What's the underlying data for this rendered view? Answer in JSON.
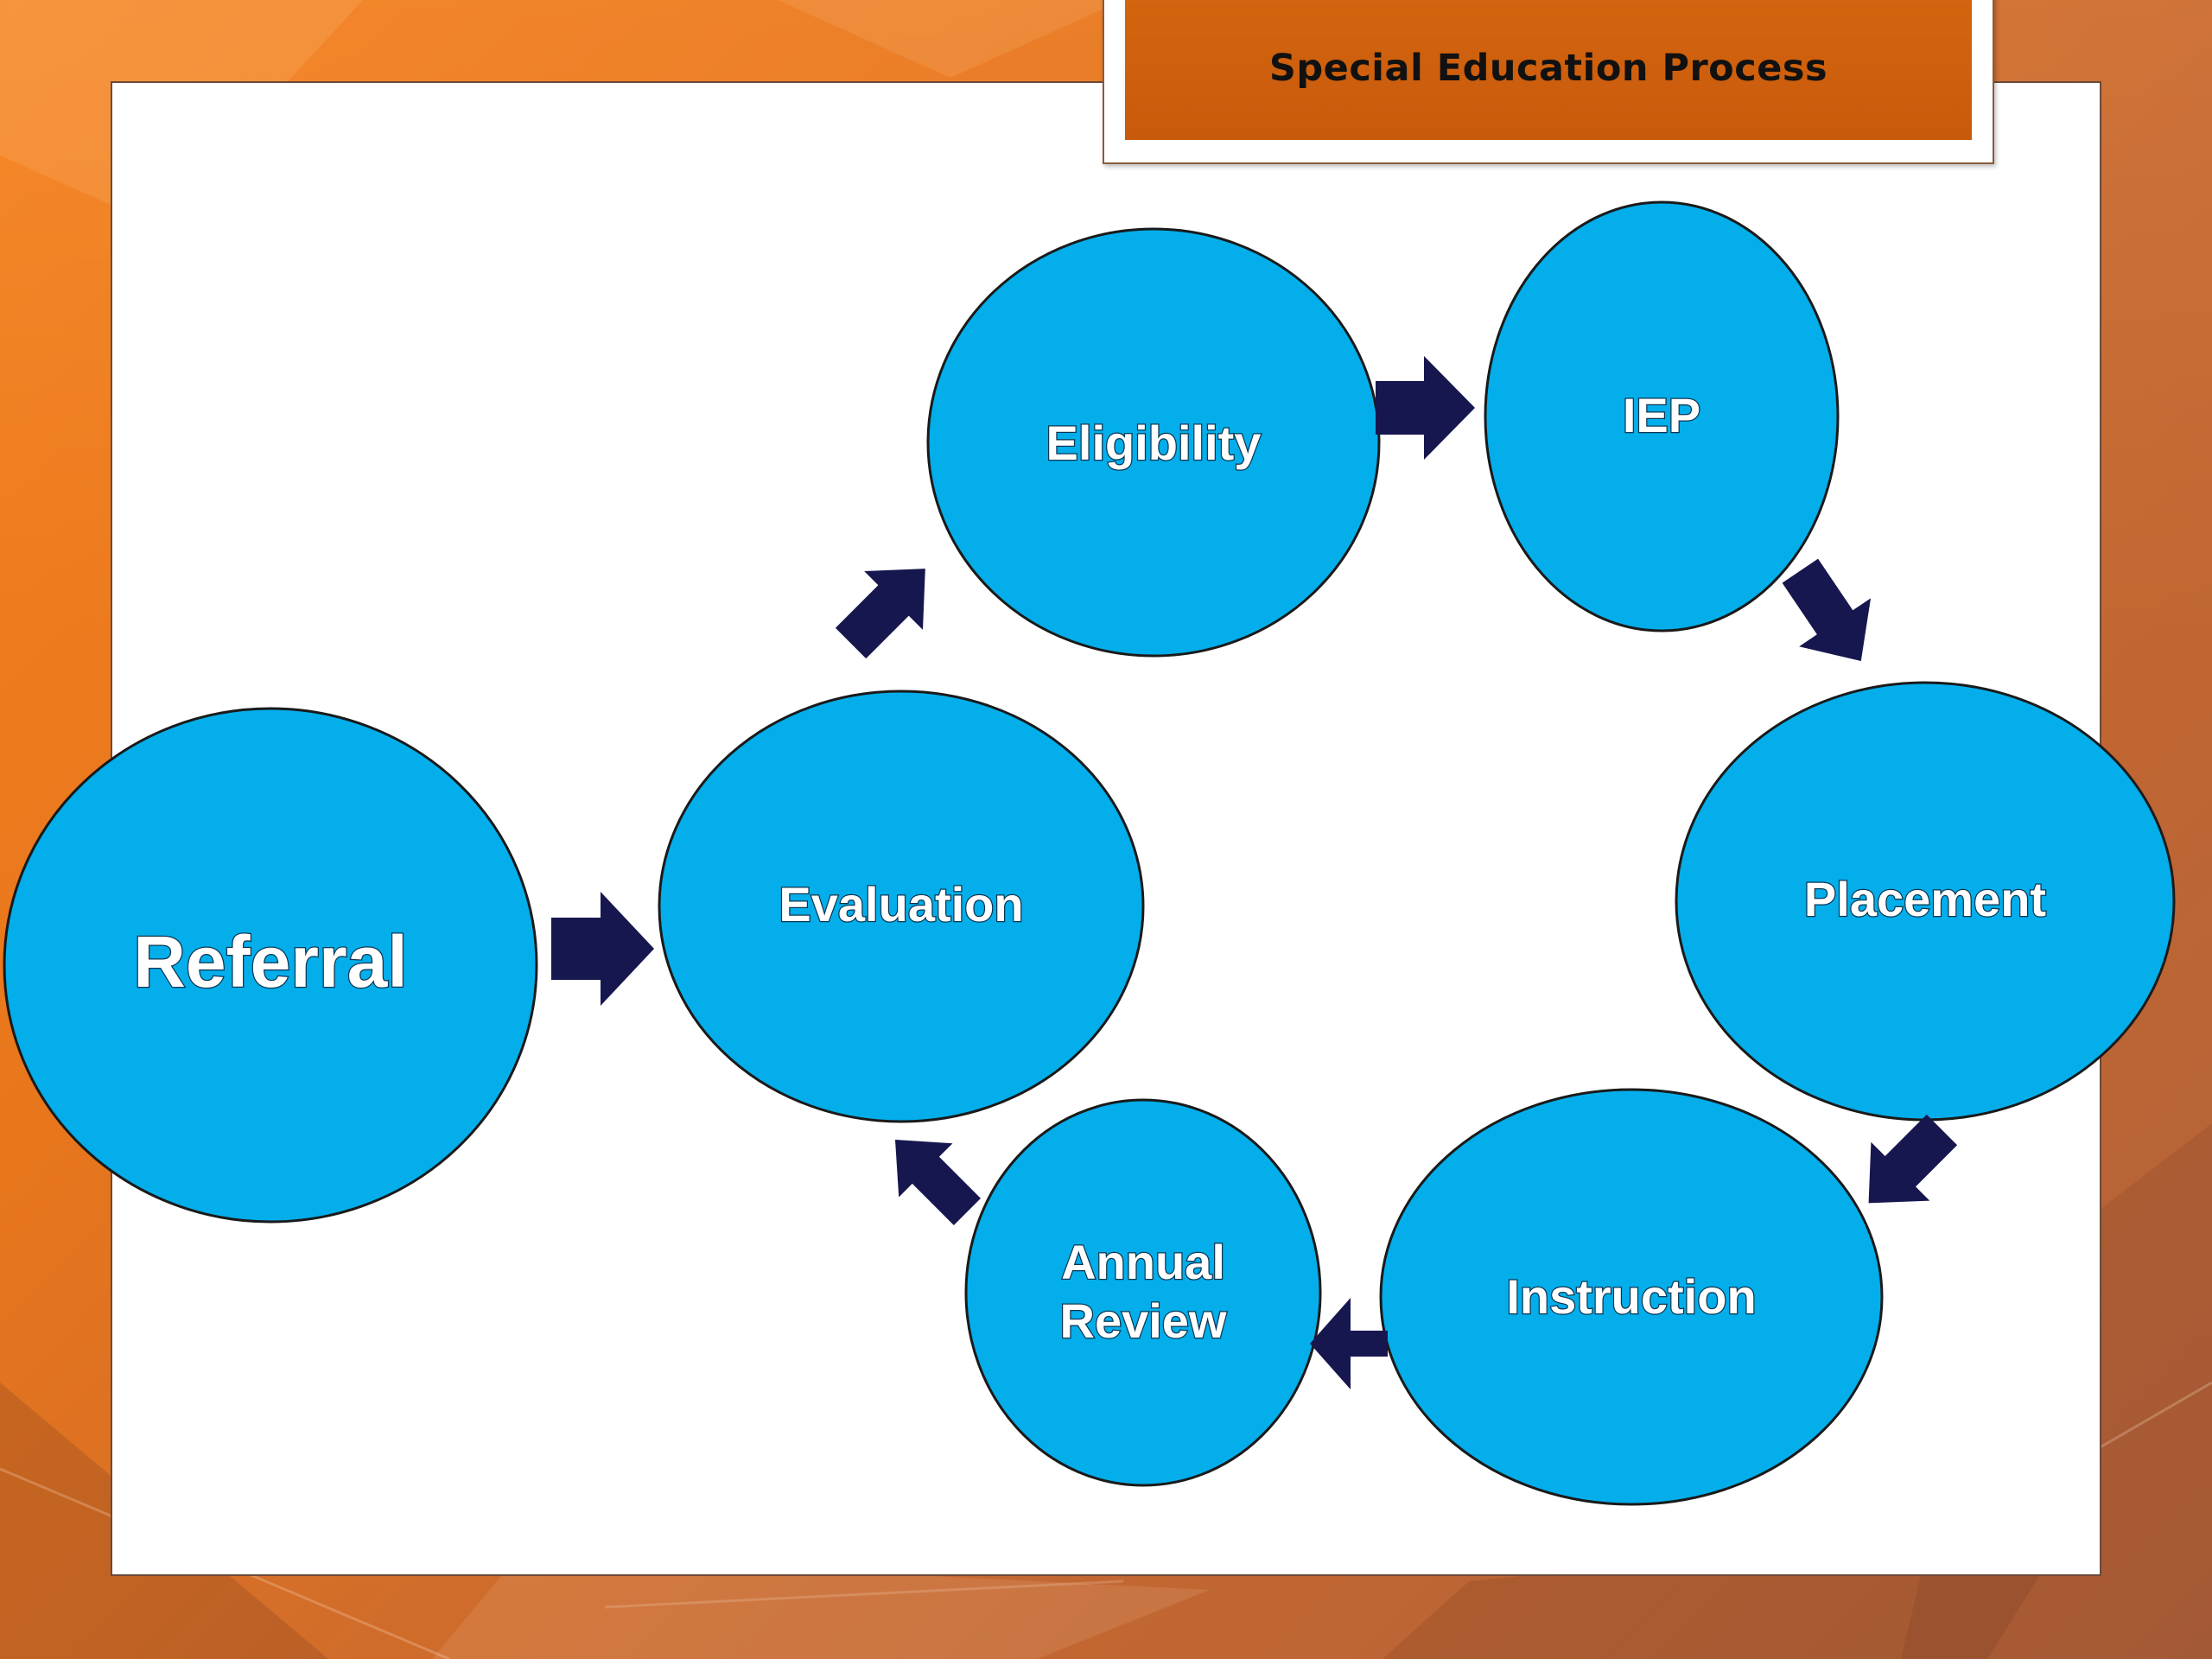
{
  "title": "Special Education Process",
  "colors": {
    "node_fill": "#03AEEB",
    "node_stroke": "#1a1a1a",
    "arrow": "#17174f",
    "title_bar": "#D4650F",
    "background": "#EF7E1F"
  },
  "nodes": {
    "referral": "Referral",
    "evaluation": "Evaluation",
    "eligibility": "Eligibility",
    "iep": "IEP",
    "placement": "Placement",
    "instruction": "Instruction",
    "annual_review_line1": "Annual",
    "annual_review_line2": "Review"
  },
  "flow": [
    [
      "Referral",
      "Evaluation"
    ],
    [
      "Evaluation",
      "Eligibility"
    ],
    [
      "Eligibility",
      "IEP"
    ],
    [
      "IEP",
      "Placement"
    ],
    [
      "Placement",
      "Instruction"
    ],
    [
      "Instruction",
      "Annual Review"
    ],
    [
      "Annual Review",
      "Evaluation"
    ]
  ]
}
